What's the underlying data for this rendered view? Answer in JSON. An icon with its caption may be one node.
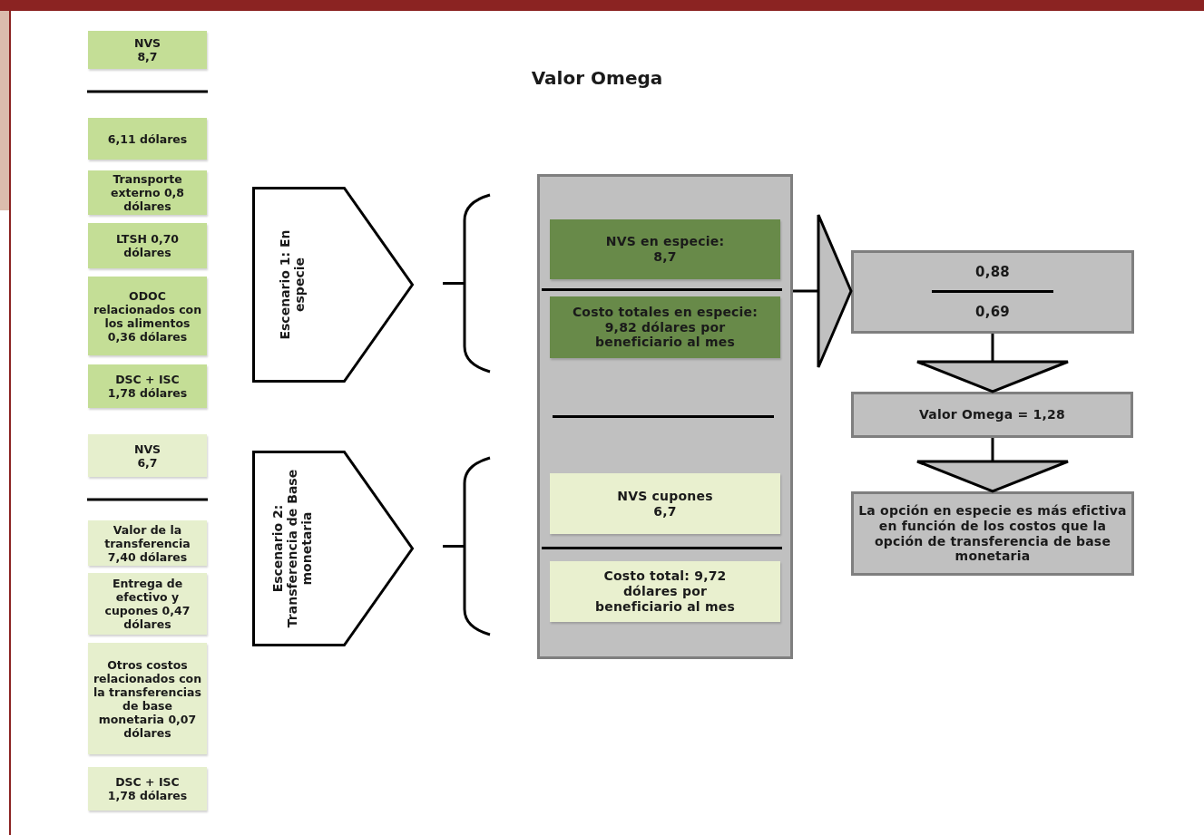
{
  "diagram": {
    "title": "Valor Omega",
    "nodes": [
      {
        "text": [
          "NVS 8,7"
        ]
      },
      {
        "text": [
          "6,11 dólares"
        ]
      },
      {
        "text": [
          "Transporte externo 0,8 dólares"
        ]
      },
      {
        "text": [
          "LTSH 0,70 dólares"
        ]
      },
      {
        "text": [
          "ODOC relacionados con los alimentos 0,36 dólares"
        ]
      },
      {
        "text": [
          "DSC + ISC 1,78 dólares"
        ]
      },
      {
        "text": [
          "NVS 6,7"
        ]
      },
      {
        "text": [
          "Valor de la transferencia 7,40 dólares"
        ]
      },
      {
        "text": [
          "Entrega de efectivo y cupones 0,47 dólares"
        ]
      },
      {
        "text": [
          "Otros costos relacionados con la transferencias de base monetaria 0,07 dólares"
        ]
      },
      {
        "text": [
          "DSC + ISC 1,78 dólares"
        ]
      },
      {
        "text": [
          "Escenario 1: En especie"
        ]
      },
      {
        "text": [
          "Escenario 2: Transferencia de Base monetaria"
        ]
      },
      {
        "text": [],
        "shape": "box"
      },
      {
        "text": [
          "NVS en especie: 8,7"
        ],
        "in": 13
      },
      {
        "text": [
          "Costo totales en especie: 9,82 dólares por beneficiario al mes"
        ],
        "in": 13
      },
      {
        "text": [
          "NVS cupones 6,7"
        ],
        "in": 13
      },
      {
        "text": [
          "Costo total: 9,72 dólares por beneficiario al mes"
        ],
        "in": 13
      },
      {
        "text": [
          "0,88",
          "0,69"
        ]
      },
      {
        "text": [
          "Valor Omega = 1,28"
        ]
      },
      {
        "text": [
          "La opción en especie es más efictiva en función de los costos que la opción de transferencia de base monetaria"
        ]
      }
    ],
    "edges": [
      {
        "from": 13,
        "to": 18,
        "arrow": "to"
      },
      {
        "from": 18,
        "to": 19,
        "arrow": "to"
      },
      {
        "from": 19,
        "to": 20,
        "arrow": "to"
      }
    ]
  }
}
